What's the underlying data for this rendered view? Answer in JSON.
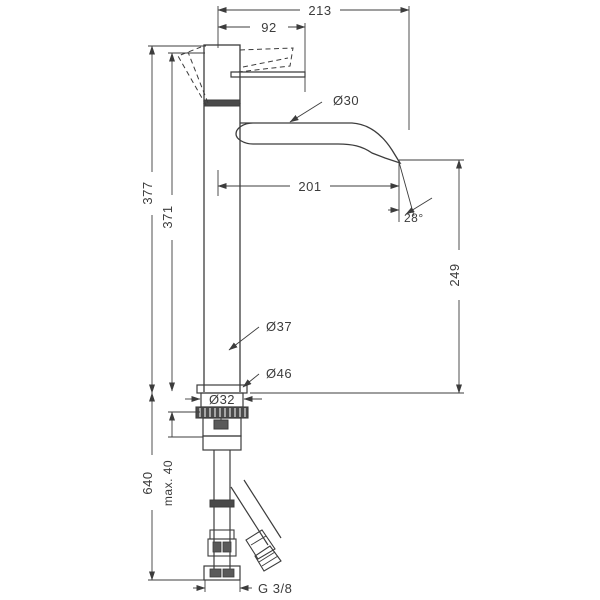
{
  "drawing": {
    "type": "technical-dimension-drawing",
    "subject": "single-lever basin mixer tall faucet, side elevation",
    "line_color": "#3c3c3c",
    "background_color": "#ffffff",
    "units": "mm"
  },
  "dimensions": {
    "overall_reach": "213",
    "lever_offset": "92",
    "spout_reach": "201",
    "body_height": "377",
    "spout_top_height": "371",
    "spout_outlet_height": "249",
    "counter_thickness": "max. 40",
    "supply_length": "640",
    "spout_tube_diameter": "Ø30",
    "body_tube_diameter": "Ø37",
    "base_flange_diameter": "Ø46",
    "shank_diameter": "Ø32",
    "outlet_angle": "28°",
    "thread_connection": "G 3/8"
  },
  "labels": [
    {
      "id": "dim-213",
      "text": "213"
    },
    {
      "id": "dim-92",
      "text": "92"
    },
    {
      "id": "dim-d30",
      "text": "Ø30"
    },
    {
      "id": "dim-201",
      "text": "201"
    },
    {
      "id": "dim-28deg",
      "text": "28°"
    },
    {
      "id": "dim-377",
      "text": "377"
    },
    {
      "id": "dim-371",
      "text": "371"
    },
    {
      "id": "dim-249",
      "text": "249"
    },
    {
      "id": "dim-d37",
      "text": "Ø37"
    },
    {
      "id": "dim-d46",
      "text": "Ø46"
    },
    {
      "id": "dim-d32",
      "text": "Ø32"
    },
    {
      "id": "dim-max40",
      "text": "max. 40"
    },
    {
      "id": "dim-640",
      "text": "640"
    },
    {
      "id": "dim-g38",
      "text": "G 3/8"
    }
  ]
}
